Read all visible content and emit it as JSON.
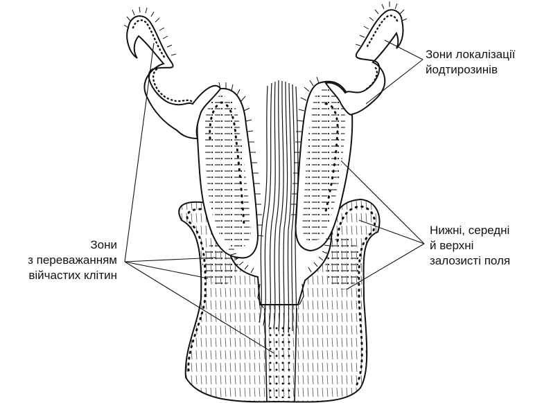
{
  "labels": {
    "ciliated_zones": [
      "Зони",
      "з переважанням",
      "війчастих клітин"
    ],
    "iodotyrosine_zones": [
      "Зони локалізації",
      "йодтирозинів"
    ],
    "glandular_fields": [
      "Нижні, середні",
      "й верхні",
      "залозисті поля"
    ]
  },
  "colors": {
    "ink": "#111111",
    "background": "#ffffff",
    "fill": "#ffffff"
  }
}
